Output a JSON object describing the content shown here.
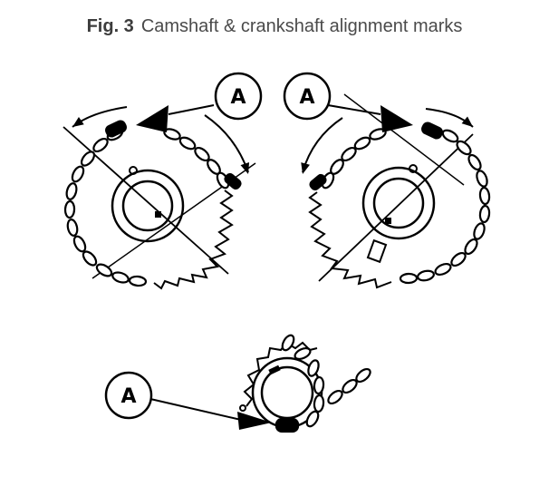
{
  "caption": {
    "fig_label": "Fig. 3",
    "title": "Camshaft & crankshaft alignment marks"
  },
  "callouts": {
    "left_cam": "A",
    "right_cam": "A",
    "crank": "A"
  }
}
